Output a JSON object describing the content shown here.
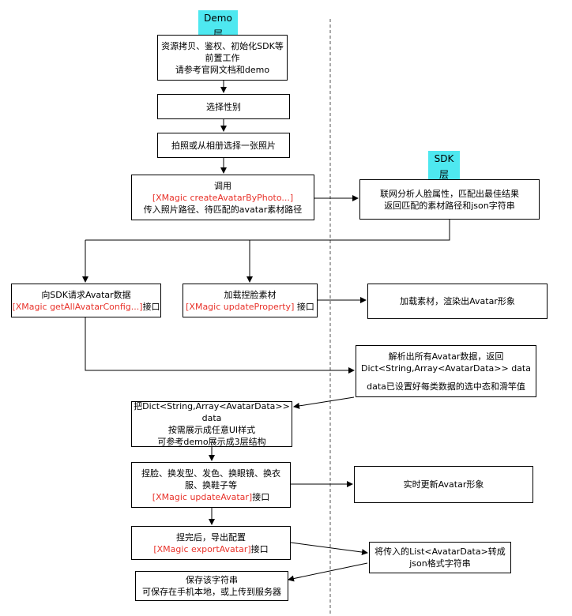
{
  "labels": {
    "demo_layer": "Demo层",
    "sdk_layer": "SDK层"
  },
  "boxes": {
    "init": {
      "lines": [
        "资源拷贝、鉴权、初始化SDK等",
        "前置工作",
        "请参考官网文档和demo"
      ]
    },
    "gender": {
      "lines": [
        "选择性别"
      ]
    },
    "photo": {
      "lines": [
        "拍照或从相册选择一张照片"
      ]
    },
    "call": {
      "line1": "调用",
      "api": "[XMagic createAvatarByPhoto...]",
      "line3": "传入照片路径、待匹配的avatar素材路径"
    },
    "analyze": {
      "lines": [
        "联网分析人脸属性，匹配出最佳结果",
        "返回匹配的素材路径和json字符串"
      ]
    },
    "request": {
      "line1": "向SDK请求Avatar数据",
      "api": "[XMagic getAllAvatarConfig...]",
      "suffix": "接口"
    },
    "load_face": {
      "line1": "加载捏脸素材",
      "api": "[XMagic updateProperty]",
      "suffix": " 接口"
    },
    "render": {
      "lines": [
        "加载素材，渲染出Avatar形象"
      ]
    },
    "parse": {
      "lines": [
        "解析出所有Avatar数据，返回",
        "Dict<String,Array<AvatarData>>  data",
        "",
        "data已设置好每类数据的选中态和滑竿值"
      ]
    },
    "display": {
      "lines": [
        "把Dict<String,Array<AvatarData>>",
        "data",
        "按需展示成任意UI样式",
        "可参考demo展示成3层结构"
      ]
    },
    "customize": {
      "line1": "捏脸、换发型、发色、换眼镜、换衣",
      "line2": "服、换鞋子等",
      "api": "[XMagic updateAvatar]",
      "suffix": "接口"
    },
    "realtime": {
      "lines": [
        "实时更新Avatar形象"
      ]
    },
    "export": {
      "line1": "捏完后，导出配置",
      "api": "[XMagic exportAvatar]",
      "suffix": "接口"
    },
    "convert": {
      "lines": [
        "将传入的List<AvatarData>转成",
        "json格式字符串"
      ]
    },
    "save": {
      "lines": [
        "保存该字符串",
        "可保存在手机本地，或上传到服务器"
      ]
    }
  },
  "colors": {
    "api_text": "#e8322a",
    "tag_bg": "#4ee8f0",
    "stroke": "#000000"
  }
}
